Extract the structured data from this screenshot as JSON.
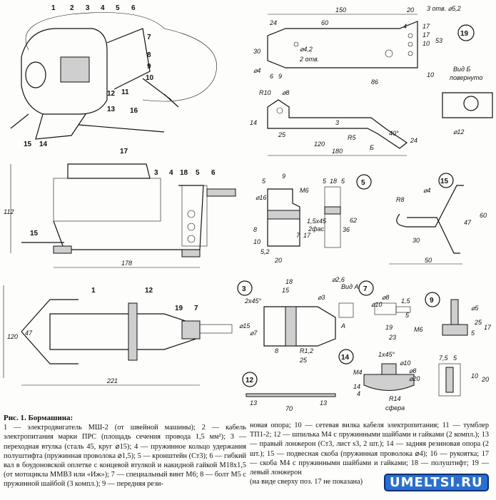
{
  "views": {
    "assembly": {
      "callouts": [
        "1",
        "2",
        "3",
        "4",
        "5",
        "6",
        "7",
        "8",
        "9",
        "10",
        "11",
        "12",
        "13",
        "14",
        "15",
        "16"
      ]
    },
    "side": {
      "callouts": [
        "17",
        "3",
        "4",
        "18",
        "5",
        "6",
        "15"
      ],
      "dims": [
        "112",
        "178"
      ]
    },
    "top": {
      "callouts": [
        "1",
        "12",
        "19",
        "7"
      ],
      "dims": [
        "47",
        "120",
        "221"
      ]
    },
    "part19": {
      "num": "19",
      "dims": [
        "150",
        "24",
        "60",
        "20",
        "3 отв. ⌀5,2",
        "30",
        "⌀4,2",
        "2 отв.",
        "⌀4",
        "6",
        "9",
        "86",
        "10",
        "17",
        "17",
        "10",
        "53",
        "4"
      ],
      "view": "Вид Б",
      "view2": "повернуто"
    },
    "part13": {
      "dims": [
        "R10",
        "⌀8",
        "14",
        "25",
        "3",
        "120",
        "R5",
        "40°",
        "180",
        "24",
        "Б",
        "⌀12"
      ]
    },
    "part5": {
      "num": "5",
      "dims": [
        "5",
        "9",
        "M6",
        "⌀16",
        "8",
        "10",
        "5,2",
        "20",
        "7",
        "17",
        "36",
        "62",
        "1,5x45",
        "2фас.",
        "5",
        "18",
        "5"
      ]
    },
    "part15": {
      "num": "15",
      "dims": [
        "R8",
        "⌀4",
        "30",
        "47",
        "60",
        "50"
      ]
    },
    "part3": {
      "num": "3",
      "dims": [
        "18",
        "15",
        "2x45°",
        "⌀2,6",
        "⌀3",
        "Вид А",
        "⌀15",
        "⌀7",
        "8",
        "25",
        "R1,2",
        "A"
      ]
    },
    "part7": {
      "num": "7",
      "dims": [
        "⌀10",
        "⌀8",
        "1,5",
        "5",
        "19",
        "23",
        "M6"
      ]
    },
    "part9": {
      "num": "9",
      "dims": [
        "⌀5",
        "25",
        "17",
        "5"
      ]
    },
    "part14": {
      "num": "14",
      "dims": [
        "1x45°",
        "⌀10",
        "⌀8",
        "⌀20",
        "M4",
        "14",
        "4",
        "R14",
        "сфера"
      ]
    },
    "part11": {
      "dims": [
        "7,5",
        "5",
        "10",
        "20"
      ]
    },
    "part12": {
      "num": "12",
      "dims": [
        "13",
        "70",
        "13"
      ]
    }
  },
  "caption": {
    "title": "Рис. 1. Бормашина:",
    "text_left": "1 — электродвигатель МШ-2 (от швейной машины); 2 — кабель электропитания марки ПРС (площадь сечения провода 1,5 мм²); 3 — переходная втулка (сталь 45, круг ⌀15); 4 — пружинное кольцо удержания полуштифта (пружинная проволока ⌀1,5); 5 — кронштейн (Ст3); 6 — гибкий вал в боудоновской оплетке с концевой втулкой и накидной гайкой M18x1,5 (от мотоцикла ММВЗ или «Иж»); 7 — специальный винт М6; 8 — болт М5 с пружинной шайбой (3 компл.); 9 — передняя рези-",
    "text_right": "новая опора; 10 — сетевая вилка кабеля электропитания; 11 — тумблер ТП1-2; 12 — шпилька М4 с пружинными шайбами и гайками (2 компл.); 13 — правый лонжерон (Ст3, лист s3, 2 шт.); 14 — задняя резиновая опора (2 шт.); 15 — подвесная скоба (пружинная проволока ⌀4); 16 — рукоятка; 17 — скоба М4 с пружинными шайбами и гайками; 18 — полуштифт; 19 — левый лонжерон",
    "note": "(на виде сверху поз. 17 не показана)"
  },
  "watermark": "UMELTSI.RU"
}
